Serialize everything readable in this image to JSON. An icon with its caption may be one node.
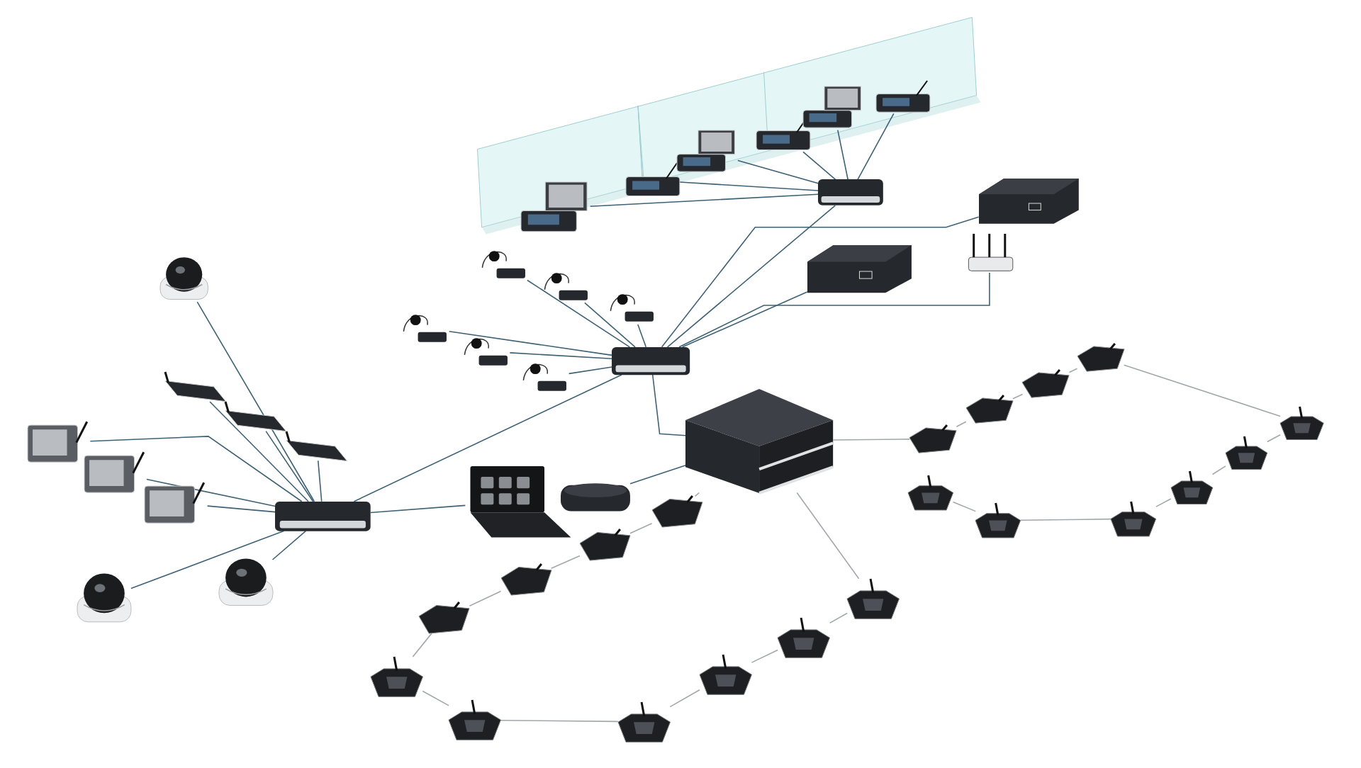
{
  "diagram": {
    "nodes": [
      {
        "text": [],
        "shape": "picture"
      },
      {
        "text": [],
        "shape": "picture"
      },
      {
        "text": [],
        "shape": "picture"
      },
      {
        "text": [],
        "shape": "picture"
      },
      {
        "text": [],
        "shape": "picture"
      },
      {
        "text": [],
        "shape": "picture"
      },
      {
        "text": [],
        "shape": "picture"
      },
      {
        "text": [],
        "shape": "picture"
      },
      {
        "text": [],
        "shape": "picture"
      },
      {
        "text": [],
        "shape": "picture"
      },
      {
        "text": [],
        "shape": "picture"
      },
      {
        "text": [],
        "shape": "picture"
      },
      {
        "text": [],
        "shape": "picture"
      },
      {
        "text": [],
        "shape": "picture"
      },
      {
        "text": [],
        "shape": "picture"
      },
      {
        "text": [],
        "shape": "picture"
      },
      {
        "text": [],
        "shape": "picture"
      },
      {
        "text": [],
        "shape": "picture"
      },
      {
        "text": [],
        "shape": "picture"
      },
      {
        "text": [],
        "shape": "picture"
      },
      {
        "text": [],
        "shape": "picture"
      },
      {
        "text": [],
        "shape": "picture"
      },
      {
        "text": [],
        "shape": "picture"
      },
      {
        "text": [],
        "shape": "picture"
      },
      {
        "text": [],
        "shape": "picture"
      },
      {
        "text": [],
        "shape": "picture"
      },
      {
        "text": [],
        "shape": "picture"
      },
      {
        "text": [],
        "shape": "picture"
      },
      {
        "text": [],
        "shape": "picture"
      },
      {
        "text": [],
        "shape": "picture"
      },
      {
        "text": [],
        "shape": "picture"
      },
      {
        "text": [],
        "shape": "picture"
      },
      {
        "text": [],
        "shape": "picture"
      },
      {
        "text": [],
        "shape": "picture"
      },
      {
        "text": [],
        "shape": "picture"
      },
      {
        "text": [],
        "shape": "picture"
      },
      {
        "text": [],
        "shape": "picture"
      },
      {
        "text": [],
        "shape": "picture"
      },
      {
        "text": [],
        "shape": "picture"
      },
      {
        "text": [],
        "shape": "picture"
      },
      {
        "text": [],
        "shape": "picture"
      },
      {
        "text": [],
        "shape": "picture"
      },
      {
        "text": [],
        "shape": "picture"
      },
      {
        "text": [],
        "shape": "picture"
      },
      {
        "text": [],
        "shape": "picture"
      },
      {
        "text": [],
        "shape": "picture"
      },
      {
        "text": [],
        "shape": "picture"
      },
      {
        "text": [],
        "shape": "picture"
      },
      {
        "text": [],
        "shape": "picture"
      },
      {
        "text": [],
        "shape": "picture"
      }
    ],
    "edges": [
      {
        "from": 0,
        "to": 6,
        "arrow": "none"
      },
      {
        "from": 1,
        "to": 6,
        "arrow": "none"
      },
      {
        "from": 2,
        "to": 6,
        "arrow": "none"
      },
      {
        "from": 3,
        "to": 6,
        "arrow": "none"
      },
      {
        "from": 4,
        "to": 6,
        "arrow": "none"
      },
      {
        "from": 5,
        "to": 6,
        "arrow": "none"
      },
      {
        "from": 6,
        "to": 16,
        "arrow": "none"
      },
      {
        "from": 7,
        "to": 16,
        "arrow": "none"
      },
      {
        "from": 8,
        "to": 16,
        "arrow": "none"
      },
      {
        "from": 9,
        "to": 16,
        "arrow": "none"
      },
      {
        "from": 10,
        "to": 16,
        "arrow": "none"
      },
      {
        "from": 11,
        "to": 16,
        "arrow": "none"
      },
      {
        "from": 12,
        "to": 16,
        "arrow": "none"
      },
      {
        "from": 13,
        "to": 16,
        "arrow": "none"
      },
      {
        "from": 14,
        "to": 16,
        "arrow": "none"
      },
      {
        "from": 15,
        "to": 16,
        "arrow": "none"
      },
      {
        "from": 16,
        "to": 17,
        "arrow": "none"
      },
      {
        "from": 16,
        "to": 25,
        "arrow": "none"
      },
      {
        "from": 18,
        "to": 25,
        "arrow": "none"
      },
      {
        "from": 19,
        "to": 25,
        "arrow": "none"
      },
      {
        "from": 20,
        "to": 25,
        "arrow": "none"
      },
      {
        "from": 21,
        "to": 25,
        "arrow": "none"
      },
      {
        "from": 22,
        "to": 25,
        "arrow": "none"
      },
      {
        "from": 23,
        "to": 25,
        "arrow": "none"
      },
      {
        "from": 24,
        "to": 25,
        "arrow": "none"
      },
      {
        "from": 26,
        "to": 25,
        "arrow": "none"
      },
      {
        "from": 27,
        "to": 25,
        "arrow": "none"
      },
      {
        "from": 28,
        "to": 25,
        "arrow": "none"
      },
      {
        "from": 29,
        "to": 17,
        "arrow": "none"
      },
      {
        "from": 17,
        "to": 30,
        "arrow": "none",
        "color": "#a3a7ab"
      },
      {
        "from": 30,
        "to": 31,
        "arrow": "none",
        "color": "#a3a7ab"
      },
      {
        "from": 31,
        "to": 32,
        "arrow": "none",
        "color": "#a3a7ab"
      },
      {
        "from": 32,
        "to": 33,
        "arrow": "none",
        "color": "#a3a7ab"
      },
      {
        "from": 33,
        "to": 34,
        "arrow": "none",
        "color": "#a3a7ab"
      },
      {
        "from": 34,
        "to": 35,
        "arrow": "none",
        "color": "#a3a7ab"
      },
      {
        "from": 35,
        "to": 36,
        "arrow": "none",
        "color": "#a3a7ab"
      },
      {
        "from": 36,
        "to": 37,
        "arrow": "none",
        "color": "#a3a7ab"
      },
      {
        "from": 37,
        "to": 38,
        "arrow": "none",
        "color": "#a3a7ab"
      },
      {
        "from": 38,
        "to": 39,
        "arrow": "none",
        "color": "#a3a7ab"
      },
      {
        "from": 39,
        "to": 17,
        "arrow": "none",
        "color": "#a3a7ab"
      },
      {
        "from": 17,
        "to": 43,
        "arrow": "none",
        "color": "#a3a7ab"
      },
      {
        "from": 43,
        "to": 42,
        "arrow": "none",
        "color": "#a3a7ab"
      },
      {
        "from": 42,
        "to": 41,
        "arrow": "none",
        "color": "#a3a7ab"
      },
      {
        "from": 41,
        "to": 40,
        "arrow": "none",
        "color": "#a3a7ab"
      },
      {
        "from": 40,
        "to": 49,
        "arrow": "none",
        "color": "#a3a7ab"
      },
      {
        "from": 49,
        "to": 48,
        "arrow": "none",
        "color": "#a3a7ab"
      },
      {
        "from": 48,
        "to": 47,
        "arrow": "none",
        "color": "#a3a7ab"
      },
      {
        "from": 47,
        "to": 46,
        "arrow": "none",
        "color": "#a3a7ab"
      },
      {
        "from": 46,
        "to": 45,
        "arrow": "none",
        "color": "#a3a7ab"
      },
      {
        "from": 45,
        "to": 44,
        "arrow": "none",
        "color": "#a3a7ab"
      }
    ]
  }
}
